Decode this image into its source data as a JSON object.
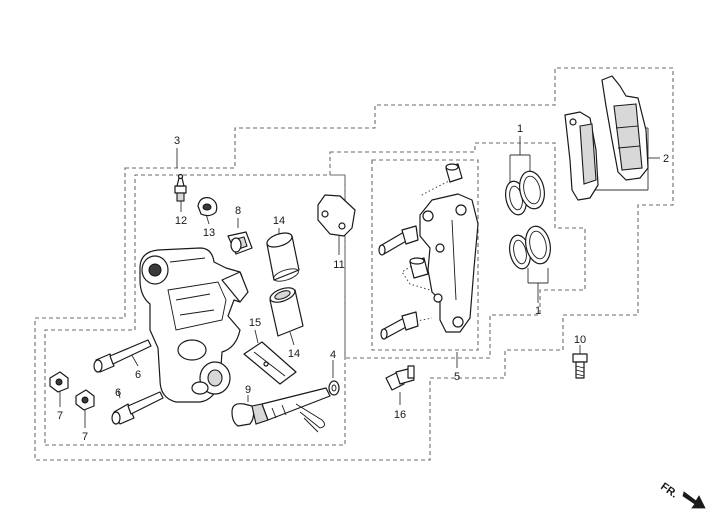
{
  "diagram": {
    "callouts": {
      "c1a": "1",
      "c1b": "1",
      "c2": "2",
      "c3": "3",
      "c4": "4",
      "c5": "5",
      "c6a": "6",
      "c6b": "6",
      "c7a": "7",
      "c7b": "7",
      "c8": "8",
      "c9": "9",
      "c10": "10",
      "c11": "11",
      "c12": "12",
      "c13": "13",
      "c14a": "14",
      "c14b": "14",
      "c15": "15",
      "c16": "16"
    },
    "front_indicator": "FR."
  }
}
